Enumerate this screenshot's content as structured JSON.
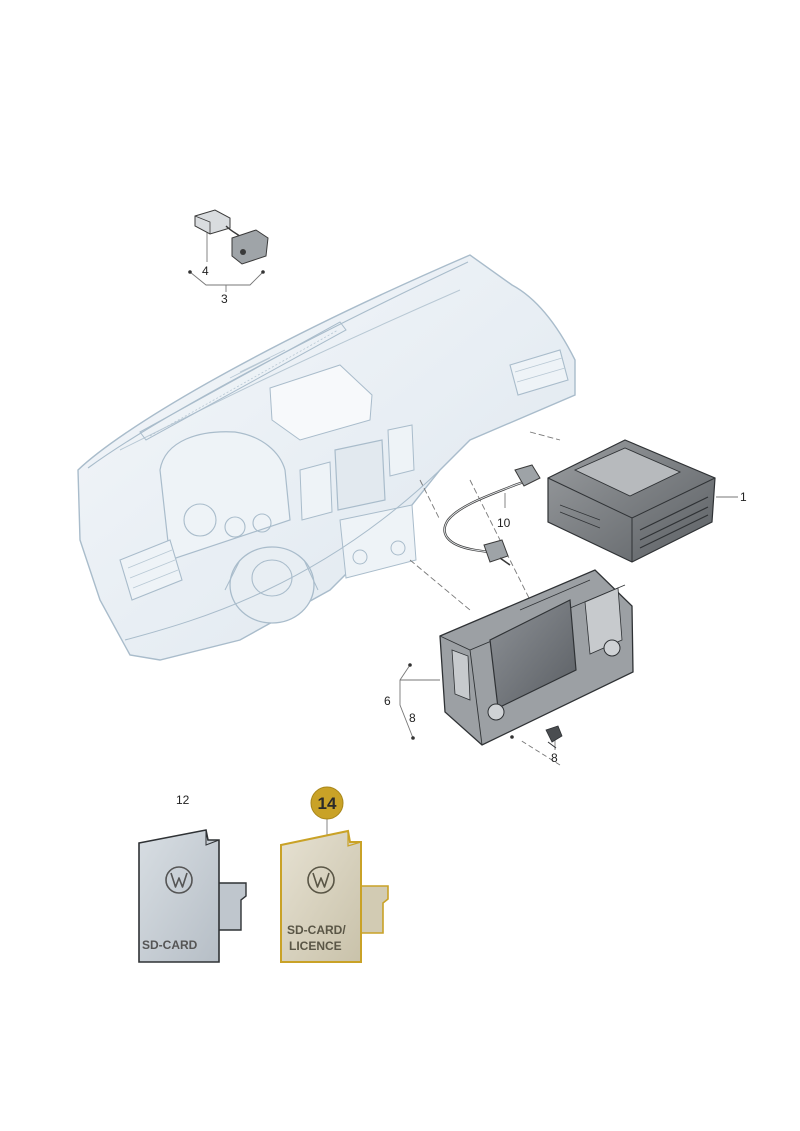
{
  "callouts": {
    "c1": "1",
    "c3": "3",
    "c4": "4",
    "c6": "6",
    "c8a": "8",
    "c8b": "8",
    "c10": "10",
    "c12": "12"
  },
  "highlight_badge": "14",
  "sd_card": {
    "label": "SD-CARD"
  },
  "sd_card_licence": {
    "label_line1": "SD-CARD/",
    "label_line2": "LICENCE"
  },
  "colors": {
    "dashboard_stroke": "#a9bccb",
    "part_stroke": "#3a3a3a",
    "highlight": "#c9a227",
    "card_grey": "#c5cdd4",
    "card_beige": "#d8d2be"
  }
}
